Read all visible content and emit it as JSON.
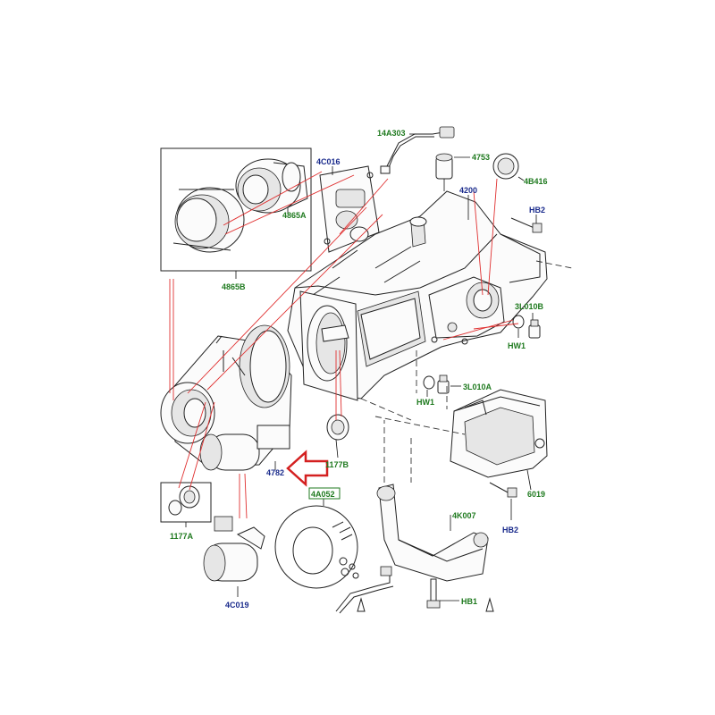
{
  "colors": {
    "label_green": "#1f7a1f",
    "label_blue": "#1a2b8c",
    "leader_red": "#e03030",
    "arrow_red": "#d42020"
  },
  "labels": {
    "p14A303": "14A303",
    "p4C016": "4C016",
    "p4753": "4753",
    "p4B416": "4B416",
    "p4200": "4200",
    "pHB2_top": "HB2",
    "p4865A": "4865A",
    "p4865B": "4865B",
    "p3L010B": "3L010B",
    "pHW1_right": "HW1",
    "p3L010A": "3L010A",
    "pHW1_left": "HW1",
    "p1177B": "1177B",
    "p4782": "4782",
    "p6019": "6019",
    "pHB2_bottom": "HB2",
    "p4A052": "4A052",
    "p4K007": "4K007",
    "p1177A": "1177A",
    "p4C019": "4C019",
    "pHB1": "HB1"
  }
}
